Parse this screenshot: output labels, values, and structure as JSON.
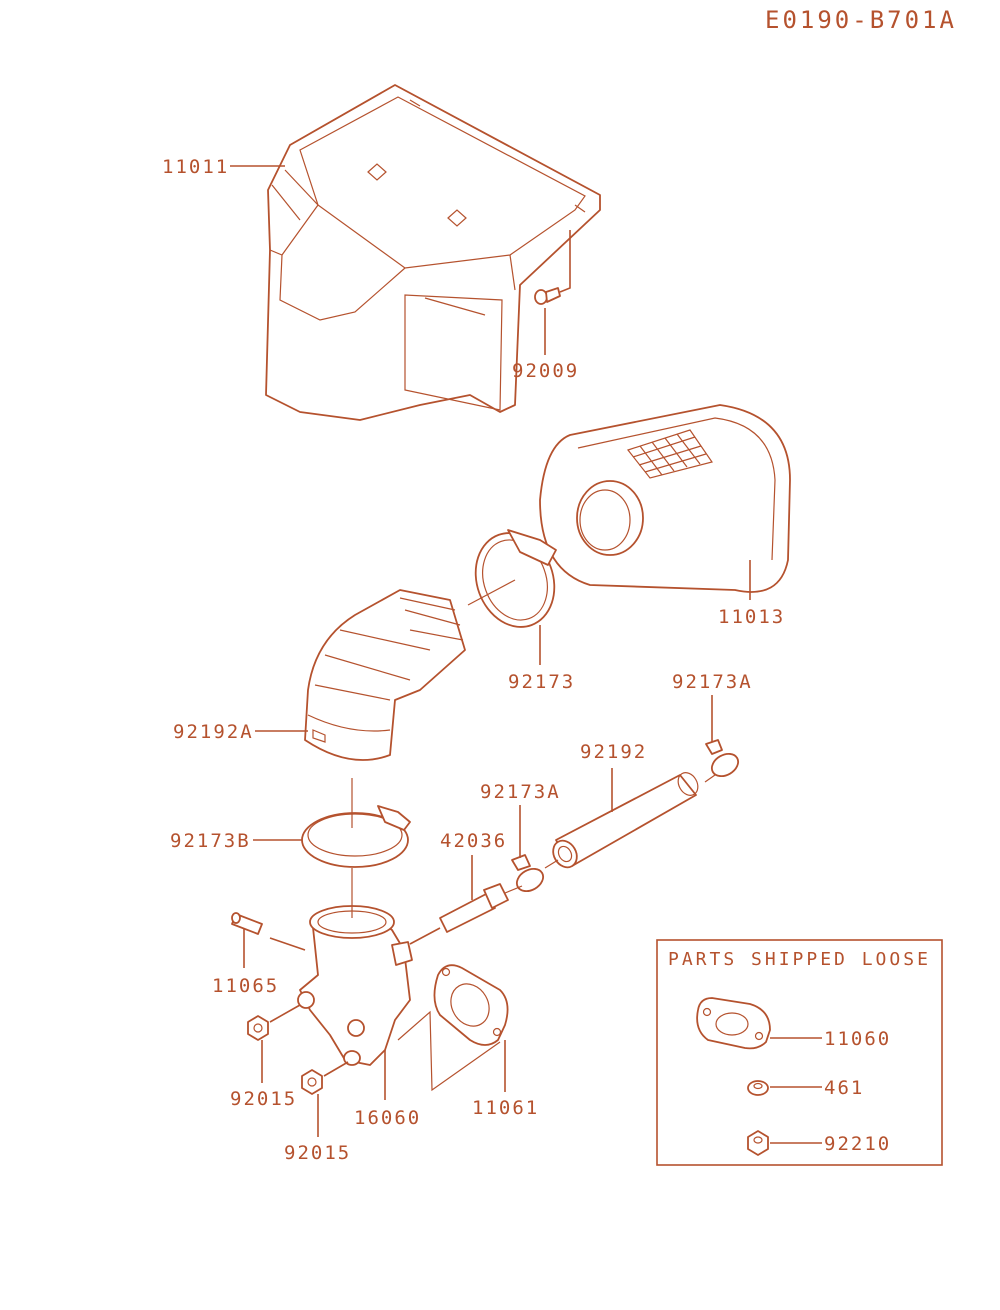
{
  "diagram_code": "E0190-B701A",
  "loose_parts_box": {
    "title": "PARTS SHIPPED LOOSE",
    "parts": [
      "11060",
      "461",
      "92210"
    ]
  },
  "callouts": [
    "11011",
    "92009",
    "11013",
    "92173",
    "92173A",
    "92192A",
    "92192",
    "92173A",
    "92173B",
    "42036",
    "11065",
    "92015",
    "16060",
    "11061",
    "92015"
  ],
  "colors": {
    "ink": "#b5522e",
    "background": "#ffffff"
  }
}
